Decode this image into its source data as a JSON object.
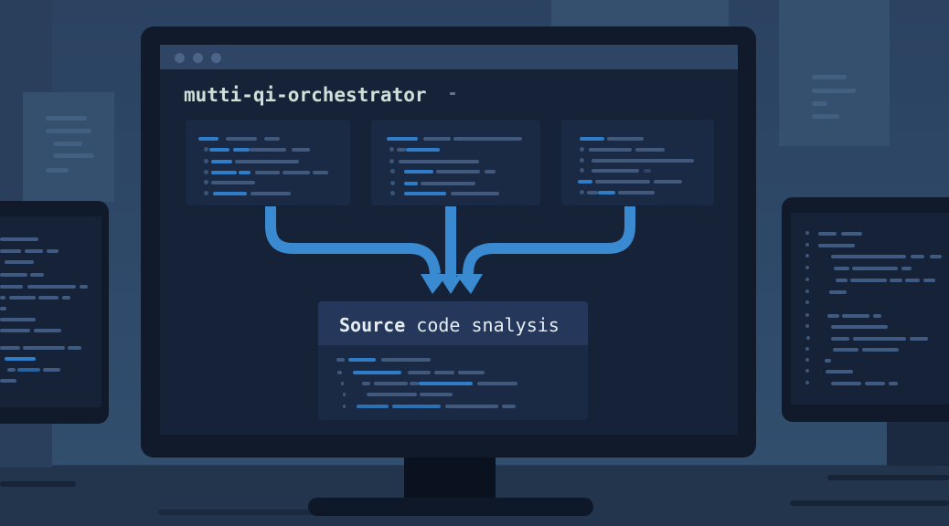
{
  "scene": {
    "description": "Illustration of a multi-monitor developer workstation showing an orchestrator merging three code streams into a source code analysis panel"
  },
  "main_window": {
    "title": "mutti-qi-orchestrator",
    "window_controls": [
      "dot",
      "dot",
      "dot"
    ],
    "source_panels": [
      {
        "id": "source-panel-1",
        "content": "code-snippet"
      },
      {
        "id": "source-panel-2",
        "content": "code-snippet"
      },
      {
        "id": "source-panel-3",
        "content": "code-snippet"
      }
    ],
    "flow": {
      "arrows": [
        "left-to-center",
        "center-down",
        "right-to-center"
      ],
      "arrow_color": "#3a8ad1"
    },
    "result_panel": {
      "title_bold": "Source",
      "title_rest": " code snalysis",
      "content": "code-snippet"
    }
  },
  "side_monitors": {
    "left": {
      "content": "code-editor"
    },
    "right": {
      "content": "code-editor"
    }
  },
  "colors": {
    "background": "#2f4a6a",
    "monitor_bezel": "#101a2b",
    "screen": "#162238",
    "card": "#1b2a44",
    "accent_blue": "#2f7dc8",
    "title_text": "#cfe0d8"
  }
}
